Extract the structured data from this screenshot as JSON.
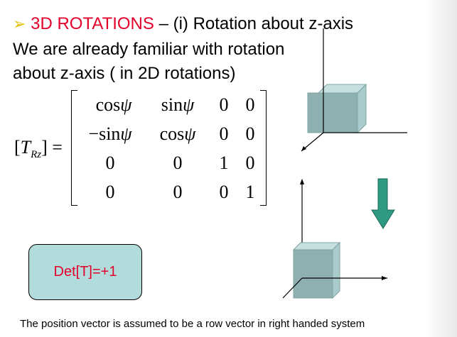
{
  "title": {
    "prefix": "3D ROTATIONS",
    "suffix": " – (i) Rotation about z-axis"
  },
  "intro": {
    "line1": "We are already familiar with rotation",
    "line2": "about z-axis ( in 2D rotations)"
  },
  "equation": {
    "lhs_open": "[",
    "lhs_symbol": "T",
    "lhs_subscript": "Rz",
    "lhs_close": "] =",
    "matrix": {
      "r0c0": "cos",
      "r0c1": "sin",
      "r0c2": "0",
      "r0c3": "0",
      "r1c0": "−sin",
      "r1c1": "cos",
      "r1c2": "0",
      "r1c3": "0",
      "r2c0": "0",
      "r2c1": "0",
      "r2c2": "1",
      "r2c3": "0",
      "r3c0": "0",
      "r3c1": "0",
      "r3c2": "0",
      "r3c3": "1",
      "angle_symbol": "ψ"
    }
  },
  "determinant": "Det[T]=+1",
  "footnote": "The position vector is assumed to be a row vector in right handed system",
  "colors": {
    "title_red": "#e3002a",
    "bullet_yellow": "#e6c300",
    "box_fill": "#b2dbdb",
    "cube_front": "#8fb0b0",
    "cube_side": "#a9cbcb",
    "arrow_green": "#2e9a82"
  }
}
